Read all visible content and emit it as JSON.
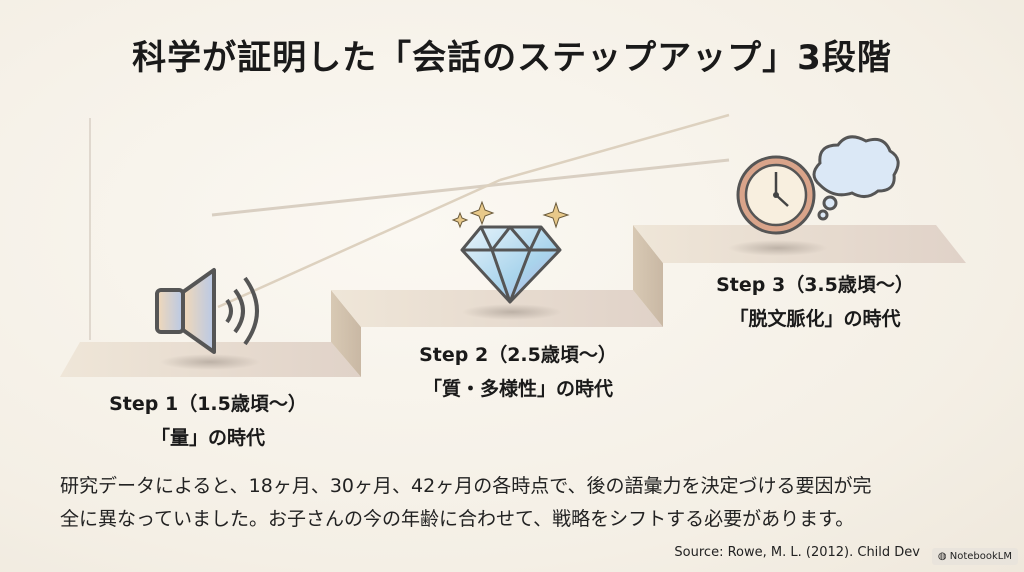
{
  "title": "科学が証明した「会話のステップアップ」3段階",
  "steps": [
    {
      "heading": "Step 1（1.5歳頃〜）",
      "subtitle": "「量」の時代",
      "icon": "speaker-icon"
    },
    {
      "heading": "Step 2（2.5歳頃〜）",
      "subtitle": "「質・多様性」の時代",
      "icon": "diamond-icon"
    },
    {
      "heading": "Step 3（3.5歳頃〜）",
      "subtitle": "「脱文脈化」の時代",
      "icon": "clock-thought-icon"
    }
  ],
  "paragraph": {
    "line1": "研究データによると、18ヶ月、30ヶ月、42ヶ月の各時点で、後の語彙力を決定づける要因が完",
    "line2": "全に異なっていました。お子さんの今の年齢に合わせて、戦略をシフトする必要があります。"
  },
  "source": "Source: Rowe, M. L. (2012). Child Dev",
  "watermark": "NotebookLM"
}
